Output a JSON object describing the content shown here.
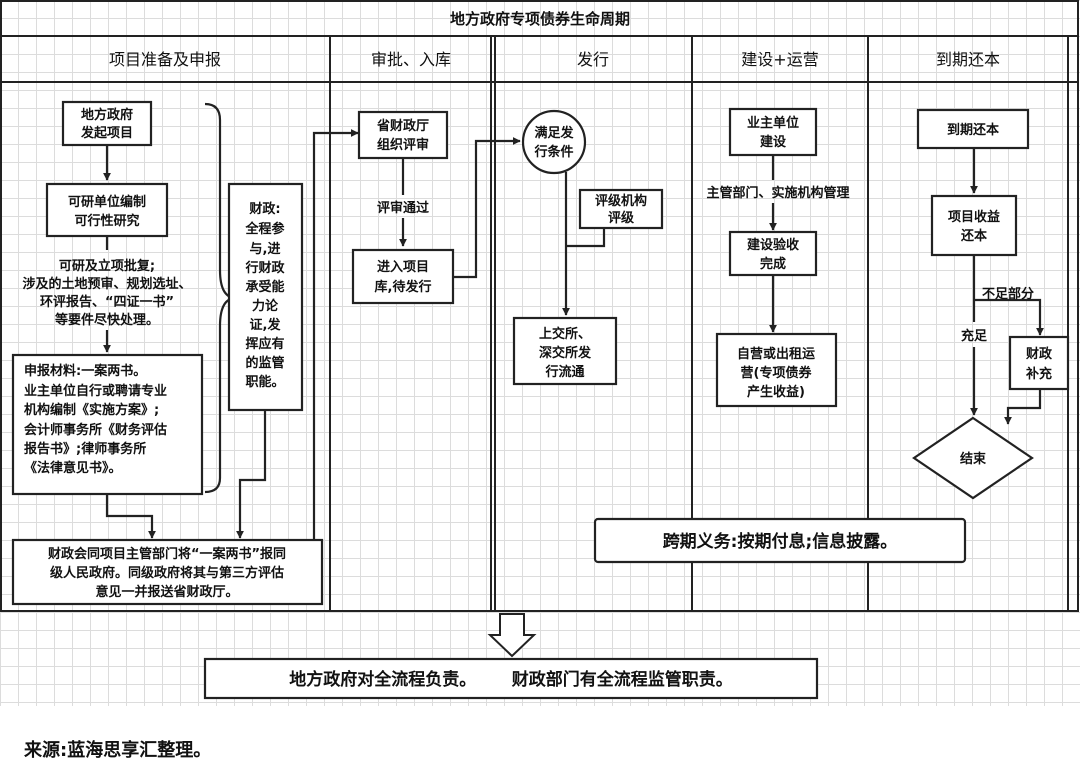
{
  "title": "地方政府专项债券生命周期",
  "lanes": [
    "项目准备及申报",
    "审批、入库",
    "发行",
    "建设+运营",
    "到期还本"
  ],
  "nodes": {
    "initiate": [
      "地方政府",
      "发起项目"
    ],
    "feasibility": [
      "可研单位编制",
      "可行性研究"
    ],
    "approval_note": [
      "可研及立项批复;",
      "涉及的土地预审、规划选址、",
      "环评报告、“四证一书”",
      "等要件尽快处理。"
    ],
    "materials": [
      "申报材料:一案两书。",
      "业主单位自行或聘请专业",
      "机构编制《实施方案》;",
      "会计师事务所《财务评估",
      "报告书》;律师事务所",
      "《法律意见书》。"
    ],
    "finance_role": [
      "财政:",
      "全程参",
      "与,进",
      "行财政",
      "承受能",
      "力论",
      "证,发",
      "挥应有",
      "的监管",
      "职能。"
    ],
    "submit": [
      "财政会同项目主管部门将“一案两书”报同",
      "级人民政府。同级政府将其与第三方评估",
      "意见一并报送省财政厅。"
    ],
    "province_review": [
      "省财政厅",
      "组织评审"
    ],
    "review_pass": "评审通过",
    "enter_library": [
      "进入项目",
      "库,待发行"
    ],
    "issue_condition": [
      "满足发",
      "行条件"
    ],
    "rating": [
      "评级机构",
      "评级"
    ],
    "listing": [
      "上交所、",
      "深交所发",
      "行流通"
    ],
    "owner_build": [
      "业主单位",
      "建设"
    ],
    "mgmt_note": "主管部门、实施机构管理",
    "acceptance": [
      "建设验收",
      "完成"
    ],
    "operation": [
      "自营或出租运",
      "营(专项债券",
      "产生收益)"
    ],
    "maturity": "到期还本",
    "project_income": [
      "项目收益",
      "还本"
    ],
    "insufficient": "不足部分",
    "sufficient": "充足",
    "finance_supplement": [
      "财政",
      "补充"
    ],
    "end": "结束",
    "cross_period": "跨期义务:按期付息;信息披露。",
    "responsibility": "地方政府对全流程负责。      财政部门有全流程监管职责。"
  },
  "source": "来源:蓝海思享汇整理。"
}
